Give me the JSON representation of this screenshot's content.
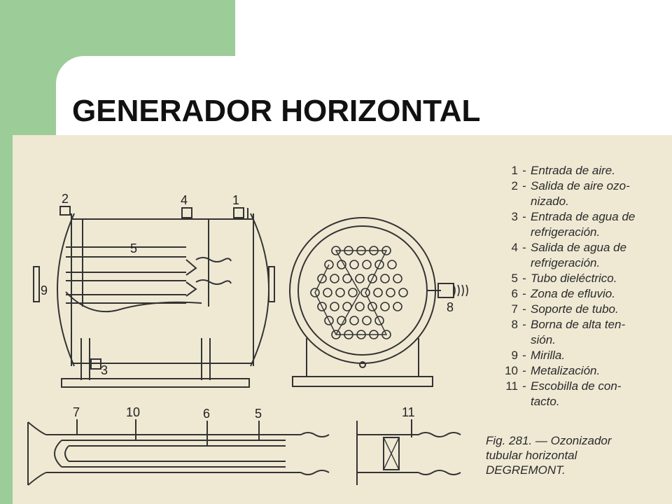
{
  "slide": {
    "title": "GENERADOR HORIZONTAL"
  },
  "colors": {
    "accent_green": "#9ccc98",
    "paper": "#efe9d4",
    "ink": "#2a2a2a"
  },
  "figure": {
    "side_labels": [
      "2",
      "4",
      "1",
      "5",
      "9",
      "3"
    ],
    "end_label": "8",
    "bottom_labels": [
      "7",
      "10",
      "6",
      "5"
    ],
    "detail_label": "11",
    "legend": [
      {
        "num": "1",
        "lines": [
          "Entrada de aire."
        ]
      },
      {
        "num": "2",
        "lines": [
          "Salida de aire ozo-",
          "nizado."
        ]
      },
      {
        "num": "3",
        "lines": [
          "Entrada de agua de",
          "refrigeración."
        ]
      },
      {
        "num": "4",
        "lines": [
          "Salida de agua de",
          "refrigeración."
        ]
      },
      {
        "num": "5",
        "lines": [
          "Tubo dieléctrico."
        ]
      },
      {
        "num": "6",
        "lines": [
          "Zona de efluvio."
        ]
      },
      {
        "num": "7",
        "lines": [
          "Soporte de tubo."
        ]
      },
      {
        "num": "8",
        "lines": [
          "Borna de alta ten-",
          "sión."
        ]
      },
      {
        "num": "9",
        "lines": [
          "Mirilla."
        ]
      },
      {
        "num": "10",
        "lines": [
          "Metalización."
        ]
      },
      {
        "num": "11",
        "lines": [
          "Escobilla de con-",
          "tacto."
        ]
      }
    ],
    "caption": [
      "Fig. 281. — Ozonizador",
      "tubular horizontal",
      "DEGREMONT."
    ]
  }
}
